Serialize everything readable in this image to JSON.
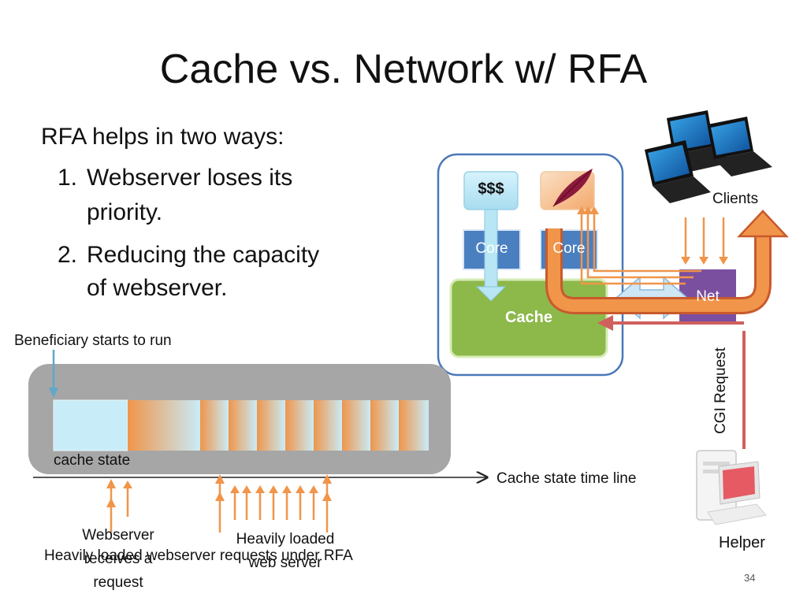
{
  "slide": {
    "title": "Cache vs. Network w/ RFA",
    "intro": "RFA helps in two ways:",
    "points": [
      {
        "num": "1.",
        "line1": "Webserver loses its",
        "line2": "priority."
      },
      {
        "num": "2.",
        "line1": "Reducing the capacity",
        "line2": "of webserver."
      }
    ],
    "page_number": "34"
  },
  "diagram": {
    "beneficiary_label": "Beneficiary starts to run",
    "cache_state_label": "cache state",
    "timeline_label": "Cache state time line",
    "webserver_label": [
      "Webserver",
      "receives a",
      "request"
    ],
    "heavily_loaded_label": [
      "Heavily loaded",
      "web server"
    ],
    "caption": "Heavily loaded webserver requests under RFA",
    "money_label": "$$$",
    "core1_label": "Core",
    "core2_label": "Core",
    "cache_label": "Cache",
    "net_label": "Net",
    "clients_label": "Clients",
    "cgi_label": "CGI Request",
    "helper_label": "Helper",
    "icons": [
      "laptop-icon",
      "feather-icon",
      "desktop-computer-icon"
    ],
    "colors": {
      "orange": "#f0954a",
      "light_blue": "#b8e6f5",
      "core_blue": "#4a7fc0",
      "cache_green": "#8db84a",
      "net_purple": "#7a4fa0",
      "cgi_red": "#d0605e",
      "server_outline": "#4a78b8"
    }
  }
}
